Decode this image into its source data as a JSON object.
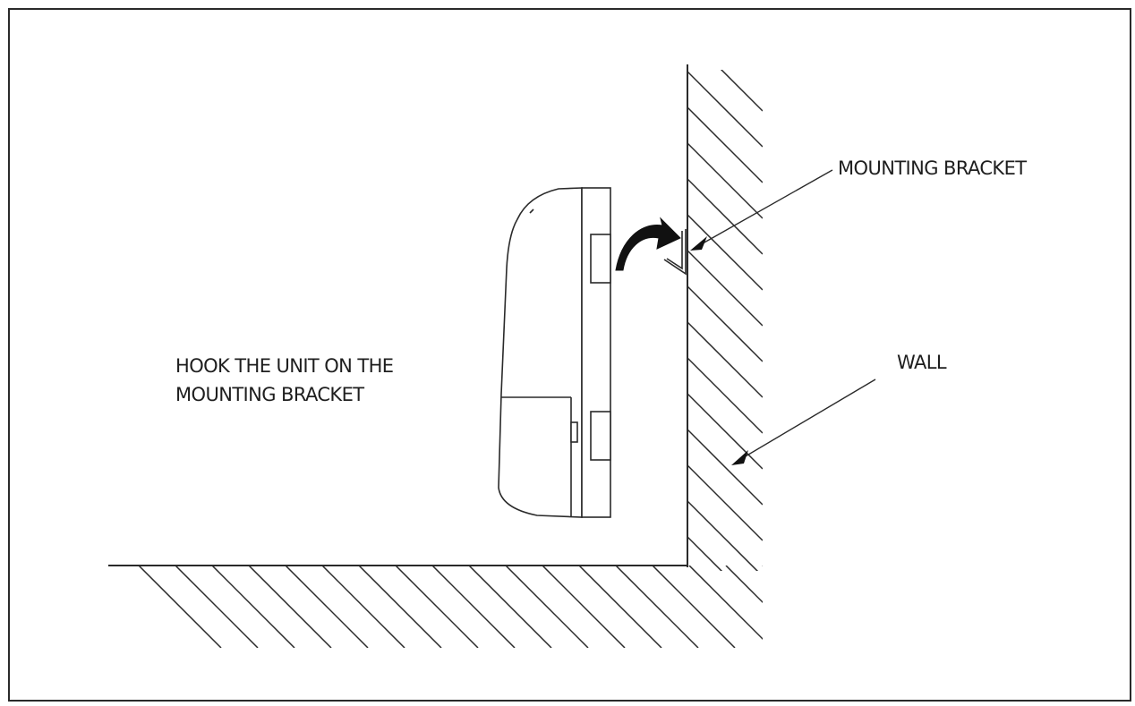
{
  "labels": {
    "mounting_bracket": "MOUNTING BRACKET",
    "wall": "WALL",
    "instruction_line1": "HOOK THE UNIT ON THE",
    "instruction_line2": "MOUNTING BRACKET"
  },
  "colors": {
    "stroke": "#2a2a2a",
    "arrow_fill": "#111111",
    "background": "#ffffff"
  }
}
